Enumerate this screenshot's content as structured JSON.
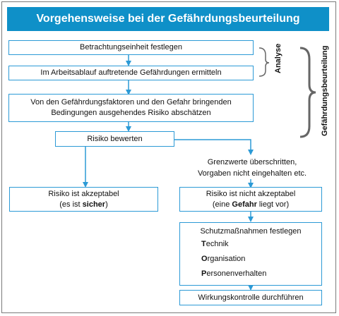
{
  "title": "Vorgehensweise bei der Gefährdungsbeurteilung",
  "steps": {
    "betrachtung": "Betrachtungseinheit festlegen",
    "gefaehrdungen": "Im Arbeitsablauf auftretende Gefährdungen ermitteln",
    "risiko_line1": "Von den Gefährdungsfaktoren und den Gefahr bringenden",
    "risiko_line2": "Bedingungen ausgehendes Risiko abschätzen",
    "bewerten": "Risiko bewerten"
  },
  "branch_note": {
    "line1": "Grenzwerte überschritten,",
    "line2": "Vorgaben nicht eingehalten etc."
  },
  "acceptable": {
    "line1": "Risiko ist akzeptabel",
    "line2_prefix": "(es ist ",
    "line2_bold": "sicher",
    "line2_suffix": ")"
  },
  "not_acceptable": {
    "line1": "Risiko ist nicht akzeptabel",
    "line2_prefix": "(eine ",
    "line2_bold": "Gefahr",
    "line2_suffix": " liegt vor)"
  },
  "measures": {
    "heading": "Schutzmaßnahmen festlegen",
    "items": [
      {
        "initial": "T",
        "rest": "echnik"
      },
      {
        "initial": "O",
        "rest": "rganisation"
      },
      {
        "initial": "P",
        "rest": "ersonenverhalten"
      }
    ]
  },
  "wirkungskontrolle": "Wirkungskontrolle durchführen",
  "labels": {
    "analyse": "Analyse",
    "beurteilung": "Gefährdungsbeurteilung"
  },
  "colors": {
    "accent": "#0f90c8",
    "box_border": "#2c9ad6",
    "bracket": "#666666"
  }
}
